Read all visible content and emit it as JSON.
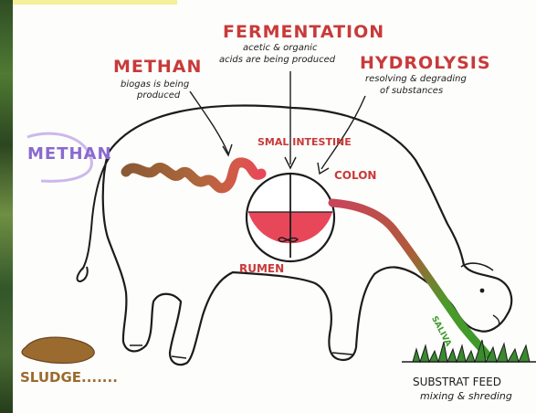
{
  "labels": {
    "methan_head": "METHAN",
    "methan_note_1": "biogas is being",
    "methan_note_2": "produced",
    "fermentation_head": "FERMENTATION",
    "fermentation_note_1": "acetic & organic",
    "fermentation_note_2": "acids are being produced",
    "hydrolysis_head": "HYDROLYSIS",
    "hydrolysis_note_1": "resolving & degrading",
    "hydrolysis_note_2": "of substances",
    "methan_side": "METHAN",
    "small_intestine": "SMAL INTESTINE",
    "colon": "COLON",
    "rumen": "RUMEN",
    "saliva": "SALIVA",
    "sludge": "SLUDGE.......",
    "substrat_feed_1": "SUBSTRAT FEED",
    "substrat_feed_2": "mixing & shreding"
  },
  "colors": {
    "heading_red": "#c83a3a",
    "methan_purple": "#8a6ad0",
    "rumen_red": "#e8475a",
    "intestine_brown": "#a0603a",
    "saliva_green": "#3c9a2a",
    "grass_green": "#2f8a2f",
    "sludge_brown": "#9b6a2e"
  }
}
